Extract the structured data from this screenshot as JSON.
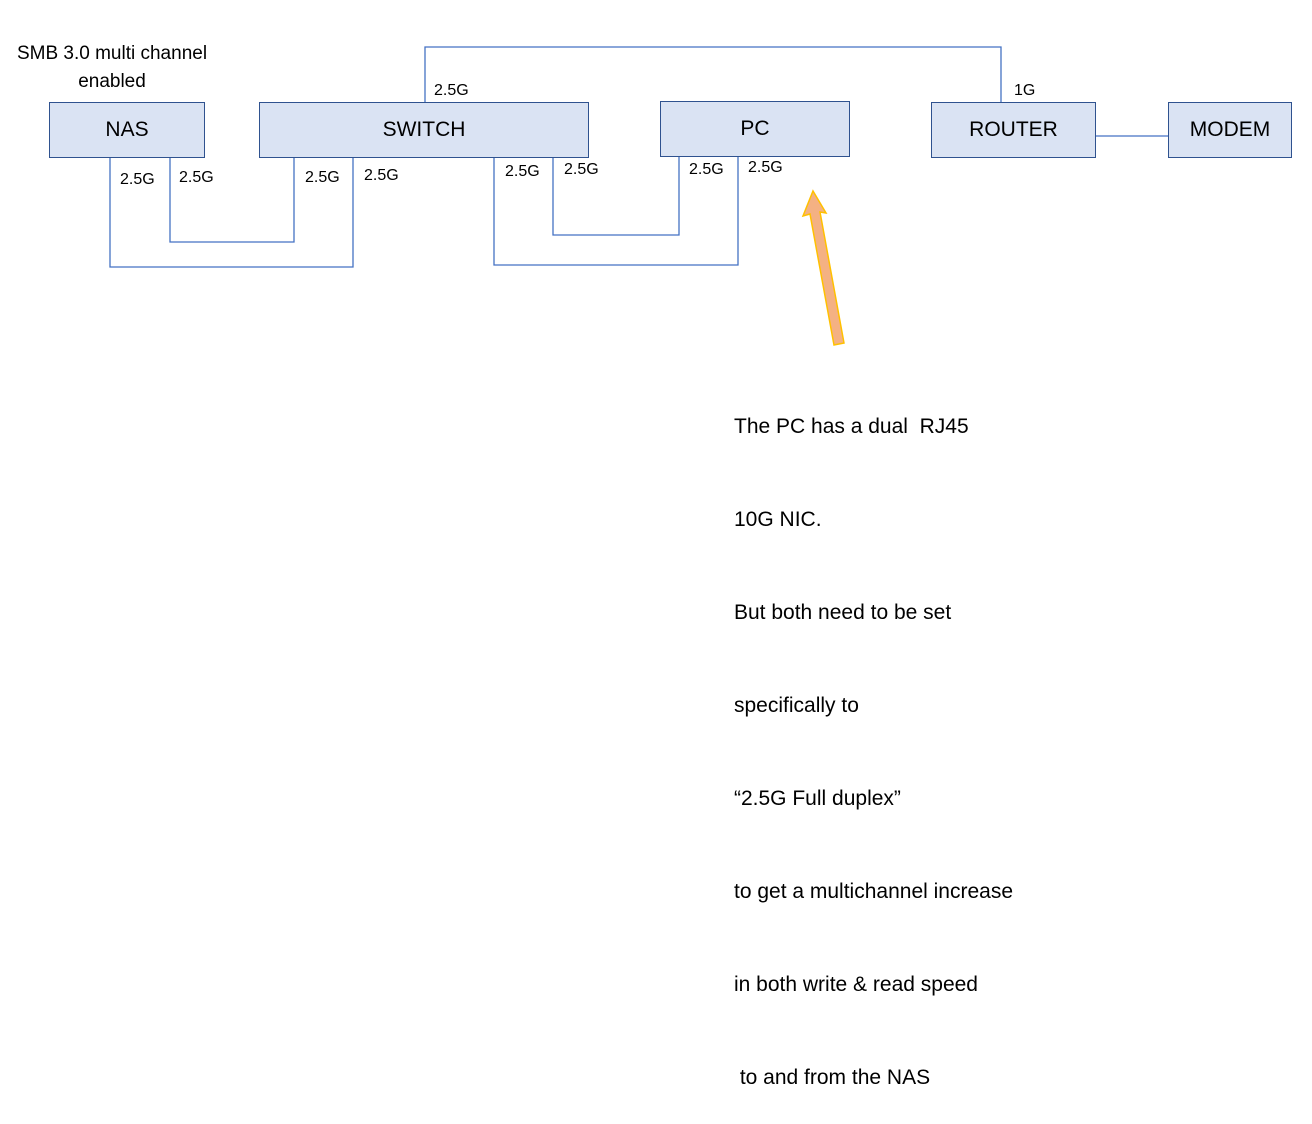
{
  "smb_note": {
    "line1": "SMB 3.0 multi channel",
    "line2": "enabled"
  },
  "devices": {
    "nas": "NAS",
    "switch": "SWITCH",
    "pc": "PC",
    "router": "ROUTER",
    "modem": "MODEM"
  },
  "link_labels": {
    "nas_port_1": "2.5G",
    "nas_port_2": "2.5G",
    "switch_nas_port_1": "2.5G",
    "switch_nas_port_2": "2.5G",
    "switch_pc_port_1": "2.5G",
    "switch_pc_port_2": "2.5G",
    "switch_uplink": "2.5G",
    "pc_port_1": "2.5G",
    "pc_port_2": "2.5G",
    "router_uplink": "1G"
  },
  "colors": {
    "box_fill": "#dae3f3",
    "box_border": "#2f528f",
    "line": "#4472c4",
    "arrow_fill": "#f4b183",
    "arrow_border": "#ffc000"
  },
  "annotation": [
    "The PC has a dual  RJ45",
    "10G NIC.",
    "But both need to be set",
    "specifically to",
    "“2.5G Full duplex”",
    "to get a multichannel increase",
    "in both write & read speed",
    " to and from the NAS"
  ]
}
